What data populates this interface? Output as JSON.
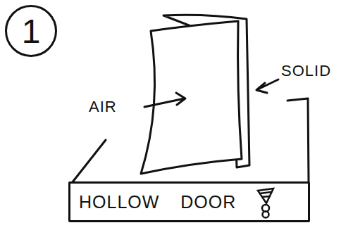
{
  "diagram": {
    "nodes": [
      {
        "text": [
          "1"
        ]
      },
      {
        "text": [
          "HOLLOW DOOR"
        ]
      }
    ],
    "labels": [
      "AIR",
      "SOLID"
    ]
  }
}
